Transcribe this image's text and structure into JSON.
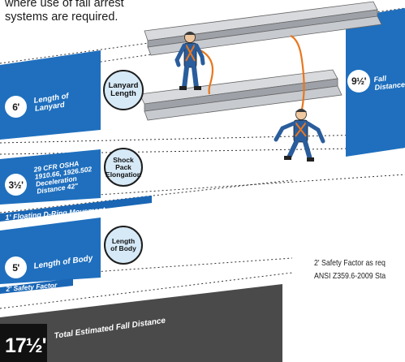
{
  "intro": {
    "lines": [
      "where use of fall arrest",
      "systems are required."
    ]
  },
  "segments": {
    "lanyard": {
      "value": "6'",
      "label": [
        "Length of",
        "Lanyard"
      ]
    },
    "deceleration": {
      "value": "3½'",
      "label": [
        "29 CFR OSHA",
        "1910.66, 1926.502",
        "Deceleration",
        "Distance 42\""
      ]
    },
    "d_ring": {
      "label": "1' Floating D-Ring Movement"
    },
    "body": {
      "value": "5'",
      "label": "Length of Body"
    },
    "safety": {
      "label": "2' Safety Factor"
    },
    "total": {
      "value": "17½'",
      "label": "Total Estimated Fall Distance"
    }
  },
  "bubbles": {
    "lanyard": [
      "Lanyard",
      "Length"
    ],
    "shock_pack": [
      "Shock Pack",
      "Elongation"
    ],
    "body": [
      "Length",
      "of Body"
    ]
  },
  "fall_distance": {
    "value": "9½'",
    "label": [
      "Fall",
      "Distance"
    ]
  },
  "side_note": {
    "lines": [
      "2' Safety Factor as req",
      "ANSI Z359.6-2009 Sta"
    ]
  },
  "colors": {
    "panel_blue": "#1f6fbe",
    "strip_blue": "#1a66b5",
    "total_gray": "#4a4a4a",
    "total_black": "#111111",
    "bubble_fill": "#d6e9f7",
    "worker_blue": "#2a5d9c",
    "harness_orange": "#e8771f",
    "beam_gray": "#b9bcc1"
  }
}
